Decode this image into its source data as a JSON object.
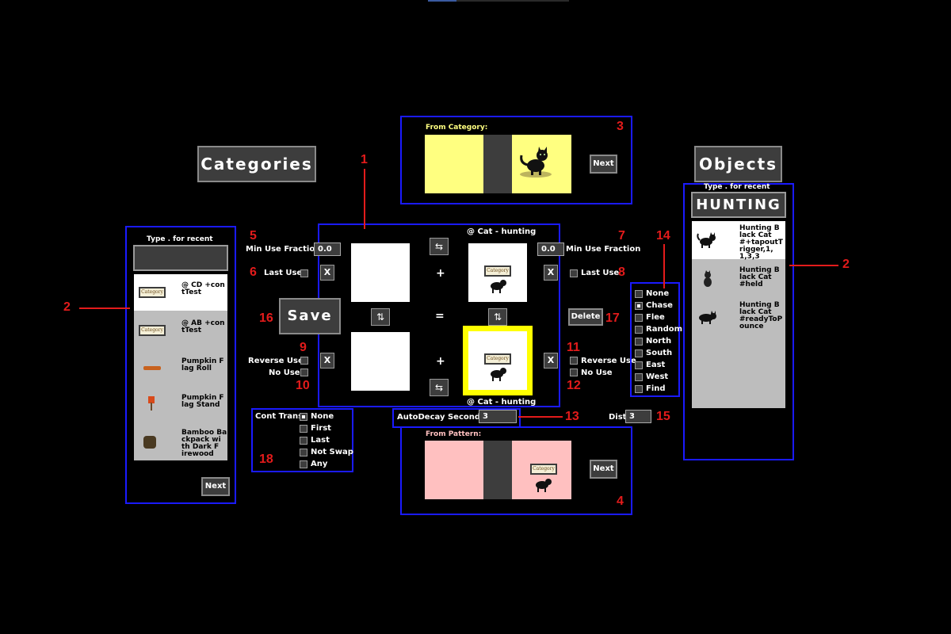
{
  "titles": {
    "categories": "Categories",
    "objects": "Objects"
  },
  "left_panel": {
    "hint": "Type . for recent",
    "search_value": "",
    "items": [
      {
        "label": "@ CD +con tTest",
        "icon": "category-badge-icon"
      },
      {
        "label": "@ AB +con tTest",
        "icon": "category-badge-icon"
      },
      {
        "label": "Pumpkin F lag Roll",
        "icon": "flag-roll-icon"
      },
      {
        "label": "Pumpkin F lag Stand",
        "icon": "flag-stand-icon"
      },
      {
        "label": "Bamboo Ba ckpack wi th Dark F irewood",
        "icon": "backpack-icon"
      }
    ],
    "next": "Next"
  },
  "right_panel": {
    "hint": "Type . for recent",
    "search_value": "HUNTING",
    "items": [
      {
        "label": "Hunting B lack Cat #+tapoutT rigger,1, 1,3,3",
        "icon": "black-cat-icon"
      },
      {
        "label": "Hunting B lack Cat #held",
        "icon": "sitting-cat-icon"
      },
      {
        "label": "Hunting B lack Cat #readyToP ounce",
        "icon": "crouching-cat-icon"
      }
    ]
  },
  "from_category": {
    "label": "From Category:",
    "next": "Next"
  },
  "from_pattern": {
    "label": "From Pattern:",
    "next": "Next"
  },
  "transition": {
    "target_top_label": "@ Cat - hunting",
    "target_bottom_label": "@ Cat - hunting",
    "min_use_fraction_label": "Min Use Fraction",
    "min_use_left": "0.0",
    "min_use_right": "0.0",
    "last_use_label": "Last Use",
    "reverse_use_label": "Reverse Use",
    "no_use_label": "No Use",
    "x": "X",
    "plus": "+",
    "equals": "=",
    "swap_h": "⇆",
    "swap_v": "⇅",
    "badge": "Category"
  },
  "save": "Save",
  "delete": "Delete",
  "move_options": [
    "None",
    "Chase",
    "Flee",
    "Random",
    "North",
    "South",
    "East",
    "West",
    "Find"
  ],
  "move_selected": "Chase",
  "cont_trans": {
    "label": "Cont Trans",
    "options": [
      "None",
      "First",
      "Last",
      "Not Swap",
      "Any"
    ],
    "selected": "None"
  },
  "autodecay": {
    "label": "AutoDecay Seconds",
    "value": "3"
  },
  "dist": {
    "label": "Dist",
    "value": "3"
  },
  "annotations": [
    "1",
    "2",
    "2",
    "3",
    "4",
    "5",
    "6",
    "7",
    "8",
    "9",
    "10",
    "11",
    "12",
    "13",
    "14",
    "15",
    "16",
    "17",
    "18"
  ],
  "colors": {
    "from_category_bg": "#ffff80",
    "from_pattern_bg": "#ffc0c0",
    "highlight": "#ffff00",
    "annotation": "#e31b1b",
    "box": "#1a1aff"
  }
}
